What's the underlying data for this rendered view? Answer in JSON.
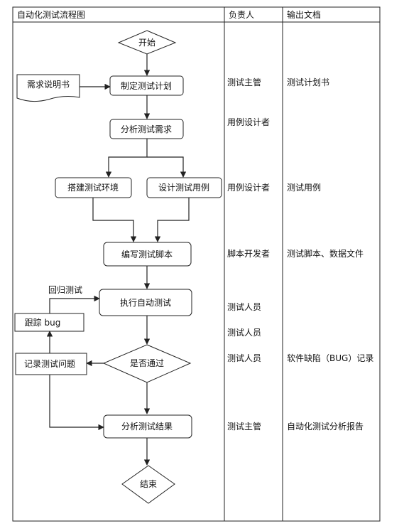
{
  "columns": [
    "自动化测试流程图",
    "负责人",
    "输出文档"
  ],
  "nodes": {
    "start": "开始",
    "req_doc": "需求说明书",
    "plan": "制定测试计划",
    "analyze": "分析测试需求",
    "env": "搭建测试环境",
    "design": "设计测试用例",
    "script": "编写测试脚本",
    "run": "执行自动测试",
    "track": "跟踪 bug",
    "pass": "是否通过",
    "record": "记录测试问题",
    "result": "分析测试结果",
    "end": "结束"
  },
  "edge_labels": {
    "regression": "回归测试"
  },
  "owners": [
    "测试主管",
    "用例设计者",
    "用例设计者",
    "脚本开发者",
    "测试人员",
    "测试人员",
    "测试人员",
    "测试主管"
  ],
  "outputs": [
    "测试计划书",
    "测试用例",
    "测试脚本、数据文件",
    "软件缺陷（BUG）记录",
    "自动化测试分析报告"
  ]
}
